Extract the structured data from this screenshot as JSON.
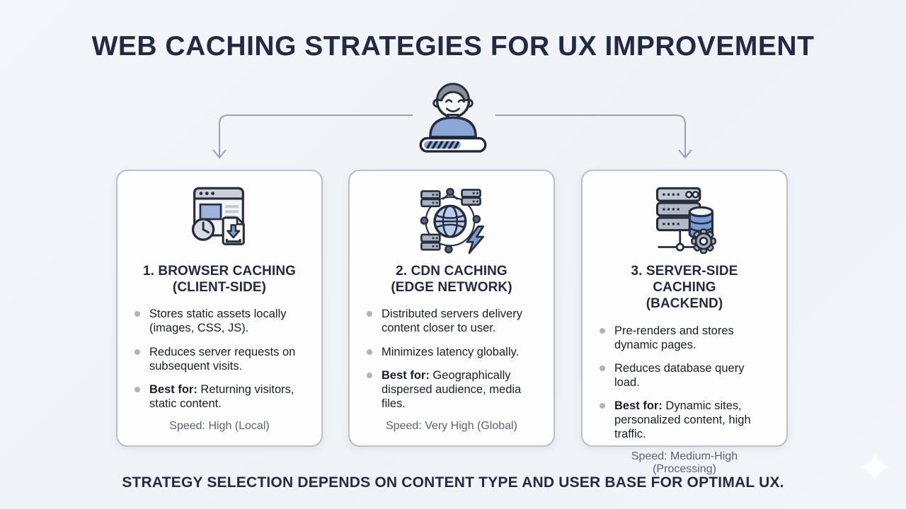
{
  "page": {
    "title": "WEB CACHING STRATEGIES FOR UX IMPROVEMENT",
    "footer": "STRATEGY SELECTION DEPENDS ON CONTENT TYPE AND USER BASE FOR OPTIMAL UX."
  },
  "user_figure": {
    "icon": "user-loading-icon",
    "progress_percent": 62
  },
  "colors": {
    "background": "#f1f4f8",
    "card_background": "#fdfdfe",
    "card_border": "#b9c0cc",
    "heading_text": "#232a41",
    "body_text": "#191f2b",
    "muted_text": "#5a6271",
    "bullet_dot": "#a9b4c7",
    "connector_line": "#9aa2ad",
    "icon_outline": "#262d3d",
    "icon_blue": "#7b9bd4",
    "icon_light_blue": "#b8cdeb",
    "icon_gray": "#aab1bd"
  },
  "cards": [
    {
      "icon": "browser-cache-icon",
      "title_line1": "1. BROWSER CACHING",
      "title_line2": "(CLIENT-SIDE)",
      "bullets": [
        {
          "prefix": "",
          "text": "Stores static assets locally (images, CSS, JS)."
        },
        {
          "prefix": "",
          "text": "Reduces server requests on subsequent visits."
        },
        {
          "prefix": "Best for:",
          "text": " Returning visitors, static content."
        }
      ],
      "speed": "Speed: High (Local)"
    },
    {
      "icon": "cdn-network-icon",
      "title_line1": "2. CDN CACHING",
      "title_line2": "(EDGE NETWORK)",
      "bullets": [
        {
          "prefix": "",
          "text": "Distributed servers delivery content closer to user."
        },
        {
          "prefix": "",
          "text": "Minimizes latency globally."
        },
        {
          "prefix": "Best for:",
          "text": " Geographically dispersed audience, media files."
        }
      ],
      "speed": "Speed: Very High (Global)"
    },
    {
      "icon": "server-cache-icon",
      "title_line1": "3. SERVER-SIDE CACHING",
      "title_line2": "(BACKEND)",
      "bullets": [
        {
          "prefix": "",
          "text": "Pre-renders and stores dynamic pages."
        },
        {
          "prefix": "",
          "text": "Reduces database query load."
        },
        {
          "prefix": "Best for:",
          "text": " Dynamic sites, personalized content, high traffic."
        }
      ],
      "speed": "Speed: Medium-High (Processing)"
    }
  ]
}
